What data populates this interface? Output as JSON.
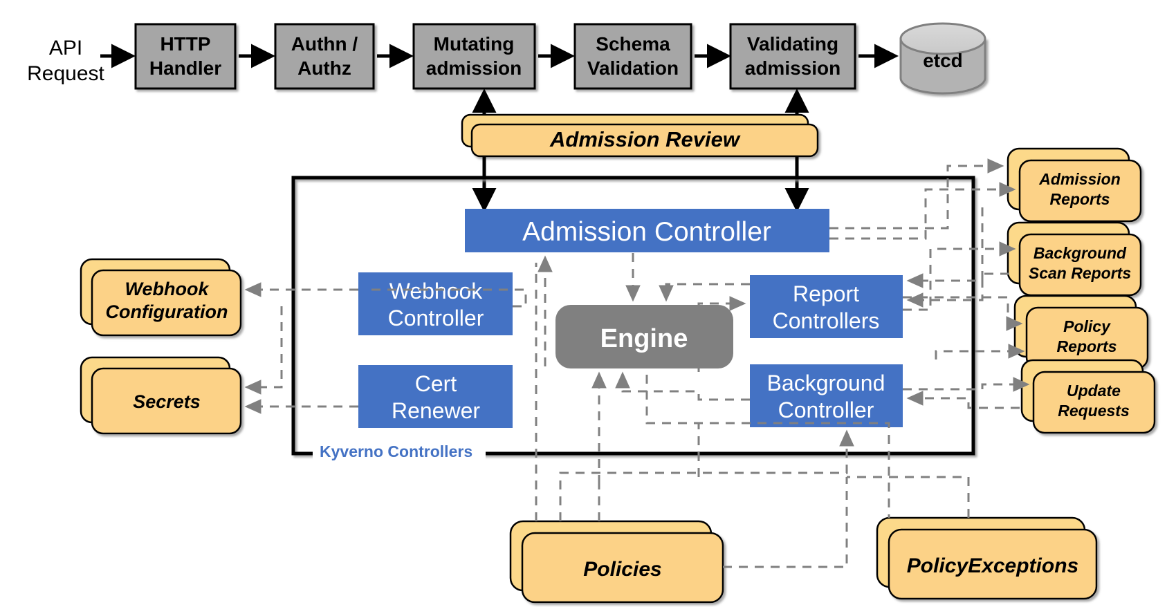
{
  "diagram": {
    "title": "Kyverno Admission Control Architecture",
    "colors": {
      "gray_process": "#a6a6a6",
      "blue_controller": "#4472c4",
      "engine_gray": "#808080",
      "card_yellow": "#fcd287",
      "dashed_line": "#808080",
      "solid_line": "#000000"
    }
  },
  "pipeline": {
    "entry_label": "API\nRequest",
    "entry_line1": "API",
    "entry_line2": "Request",
    "stages": [
      {
        "id": "http-handler",
        "line1": "HTTP",
        "line2": "Handler"
      },
      {
        "id": "authn-authz",
        "line1": "Authn /",
        "line2": "Authz"
      },
      {
        "id": "mutating-admission",
        "line1": "Mutating",
        "line2": "admission"
      },
      {
        "id": "schema-validation",
        "line1": "Schema",
        "line2": "Validation"
      },
      {
        "id": "validating-admission",
        "line1": "Validating",
        "line2": "admission"
      }
    ],
    "datastore": {
      "id": "etcd",
      "label": "etcd"
    }
  },
  "admission_review": {
    "label": "Admission Review"
  },
  "kyverno_box": {
    "label": "Kyverno Controllers",
    "admission_controller": {
      "label": "Admission Controller"
    },
    "engine": {
      "label": "Engine"
    },
    "controllers": [
      {
        "id": "webhook-controller",
        "line1": "Webhook",
        "line2": "Controller"
      },
      {
        "id": "cert-renewer",
        "line1": "Cert",
        "line2": "Renewer"
      },
      {
        "id": "report-controllers",
        "line1": "Report",
        "line2": "Controllers"
      },
      {
        "id": "background-controller",
        "line1": "Background",
        "line2": "Controller"
      }
    ]
  },
  "left_resources": [
    {
      "id": "webhook-configuration",
      "line1": "Webhook",
      "line2": "Configuration"
    },
    {
      "id": "secrets",
      "line1": "Secrets",
      "line2": ""
    }
  ],
  "right_resources": [
    {
      "id": "admission-reports",
      "line1": "Admission",
      "line2": "Reports"
    },
    {
      "id": "background-scan-reports",
      "line1": "Background",
      "line2": "Scan Reports"
    },
    {
      "id": "policy-reports",
      "line1": "Policy",
      "line2": "Reports"
    },
    {
      "id": "update-requests",
      "line1": "Update",
      "line2": "Requests"
    }
  ],
  "bottom_resources": [
    {
      "id": "policies",
      "line1": "Policies",
      "line2": ""
    },
    {
      "id": "policyexceptions",
      "line1": "PolicyExceptions",
      "line2": ""
    }
  ]
}
